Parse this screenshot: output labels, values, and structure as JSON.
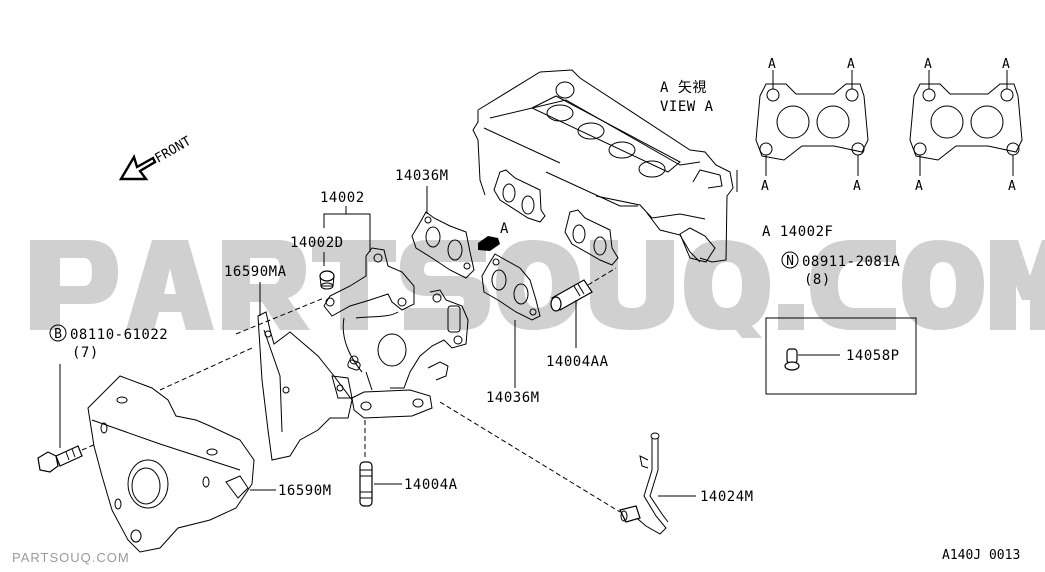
{
  "watermark": "PARTSOUQ.COM",
  "diagram_code": "A140J 0013",
  "front_indicator": {
    "label": "FRONT",
    "icon": "front-arrow-icon"
  },
  "view_a": {
    "title_jp": "A 矢視",
    "title_en": "VIEW A",
    "point_label": "A",
    "arrow_label": "A",
    "note": "A 14002F"
  },
  "callouts": {
    "manifold": "14002",
    "plug": "14002D",
    "gasket_top": "14036M",
    "gasket_bottom": "14036M",
    "stud_aa": "14004AA",
    "stud_a": "14004A",
    "heat_shield_ma": "16590MA",
    "heat_shield_m": "16590M",
    "tube": "14024M",
    "bolt_inset": "14058P"
  },
  "fasteners": [
    {
      "prefix": "B",
      "part": "08110-61022",
      "qty": "(7)"
    },
    {
      "prefix": "N",
      "part": "08911-2081A",
      "qty": "(8)"
    }
  ]
}
